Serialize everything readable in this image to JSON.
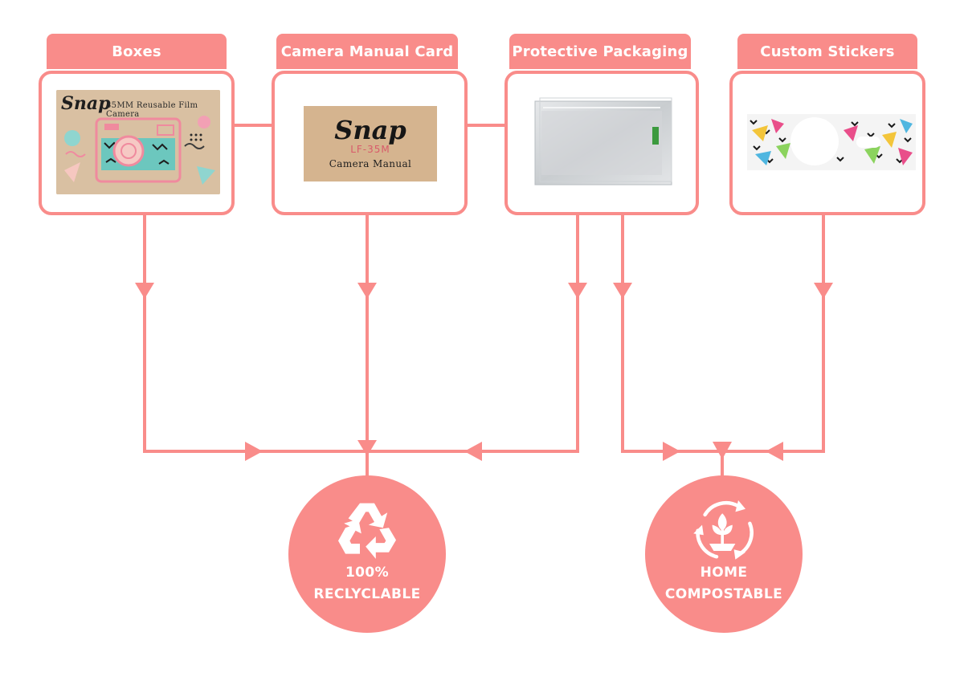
{
  "items": [
    {
      "label": "Boxes"
    },
    {
      "label": "Camera Manual Card"
    },
    {
      "label": "Protective Packaging"
    },
    {
      "label": "Custom Stickers"
    }
  ],
  "box_art": {
    "brand": "Snap",
    "subtitle": "35MM Reusable Film Camera"
  },
  "manual_art": {
    "brand": "Snap",
    "model": "LF-35M",
    "caption": "Camera Manual"
  },
  "outcomes": {
    "recyclable": {
      "line1": "100%",
      "line2": "RECLYCLABLE",
      "icon": "recycle-icon"
    },
    "compostable": {
      "line1": "HOME",
      "line2": "COMPOSTABLE",
      "icon": "compost-plant-icon"
    }
  },
  "colors": {
    "accent": "#f98c8a",
    "text_on_accent": "#ffffff"
  }
}
